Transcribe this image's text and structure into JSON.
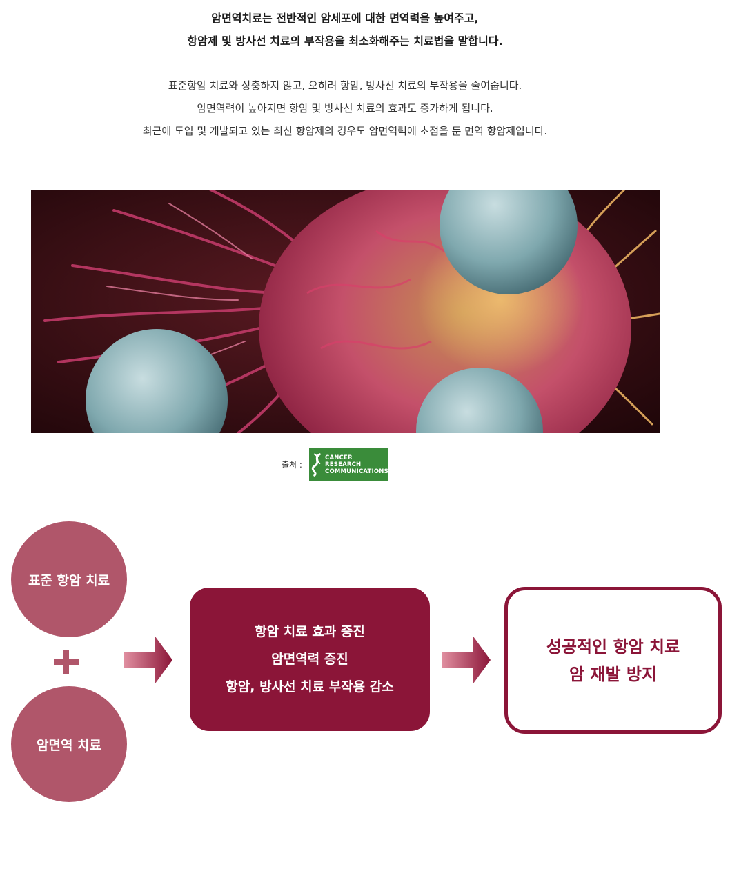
{
  "intro": {
    "bold_lines": [
      "암면역치료는 전반적인 암세포에 대한 면역력을 높여주고,",
      "항암제 및 방사선 치료의 부작용을 최소화해주는 치료법을 말합니다."
    ],
    "lines": [
      "표준항암 치료와 상충하지 않고, 오히려 항암, 방사선 치료의 부작용을 줄여줍니다.",
      "암면역력이 높아지면 항암 및 방사선 치료의 효과도 증가하게 됩니다.",
      "최근에 도입 및 개발되고 있는 최신 항암제의 경우도 암면역력에 초점을 둔 면역 항암제입니다."
    ]
  },
  "source": {
    "label": "출처 :",
    "logo_lines": [
      "CANCER",
      "RESEARCH",
      "COMMUNICATIONS"
    ],
    "logo_color": "#3a8c3a"
  },
  "diagram": {
    "circle_top": "표준 항암 치료",
    "circle_bottom": "암면역 치료",
    "effects": [
      "항암 치료 효과 증진",
      "암면역력 증진",
      "항암, 방사선 치료 부작용 감소"
    ],
    "results": [
      "성공적인 항암 치료",
      "암 재발 방지"
    ],
    "colors": {
      "primary": "#8b1538",
      "circle": "#b0566a",
      "arrow_light": "#e08fa0"
    }
  }
}
